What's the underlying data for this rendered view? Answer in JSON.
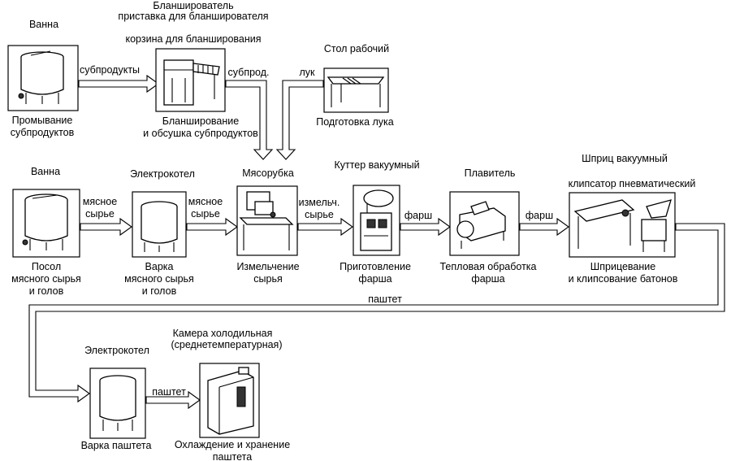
{
  "equipment": {
    "vanna1": "Ванна",
    "blansh_title1": "Бланширователь",
    "blansh_title2": "приставка для бланширователя",
    "blansh_basket": "корзина для бланширования",
    "stol": "Стол рабочий",
    "vanna2": "Ванна",
    "elektrokotel1": "Электрокотел",
    "myasorubka": "Мясорубка",
    "kutter": "Куттер вакуумный",
    "plavitel": "Плавитель",
    "shprits": "Шприц вакуумный",
    "klipsator": "клипсатор  пневматический",
    "elektrokotel2": "Электрокотел",
    "kamera1": "Камера холодильная",
    "kamera2": "(среднетемпературная)"
  },
  "processes": {
    "promyvanie": [
      "Промывание",
      "субпродуктов"
    ],
    "blanshirovanie": [
      "Бланширование",
      "и обсушка субпродуктов"
    ],
    "podgotovka_luka": [
      "Подготовка лука"
    ],
    "posol": [
      "Посол",
      "мясного сырья",
      "и голов"
    ],
    "varka": [
      "Варка",
      "мясного сырья",
      "и голов"
    ],
    "izmelchenie": [
      "Измельчение",
      "сырья"
    ],
    "prigotovlenie": [
      "Приготовление",
      "фарша"
    ],
    "teplovaya": [
      "Тепловая обработка",
      "фарша"
    ],
    "shpritsevanie": [
      "Шприцевание",
      "и клипсование батонов"
    ],
    "varka_pashteta": [
      "Варка паштета"
    ],
    "ohlazhdenie": [
      "Охлаждение и хранение",
      "паштета"
    ]
  },
  "flows": {
    "subprodukty": "субпродукты",
    "subprod": "субпрод.",
    "luk": "лук",
    "myasnoe1": [
      "мясное",
      "сырье"
    ],
    "myasnoe2": [
      "мясное",
      "сырье"
    ],
    "izmelch": [
      "измельч.",
      "сырье"
    ],
    "farsh1": "фарш",
    "farsh2": "фарш",
    "pashtet_long": "паштет",
    "pashtet_short": "паштет"
  }
}
